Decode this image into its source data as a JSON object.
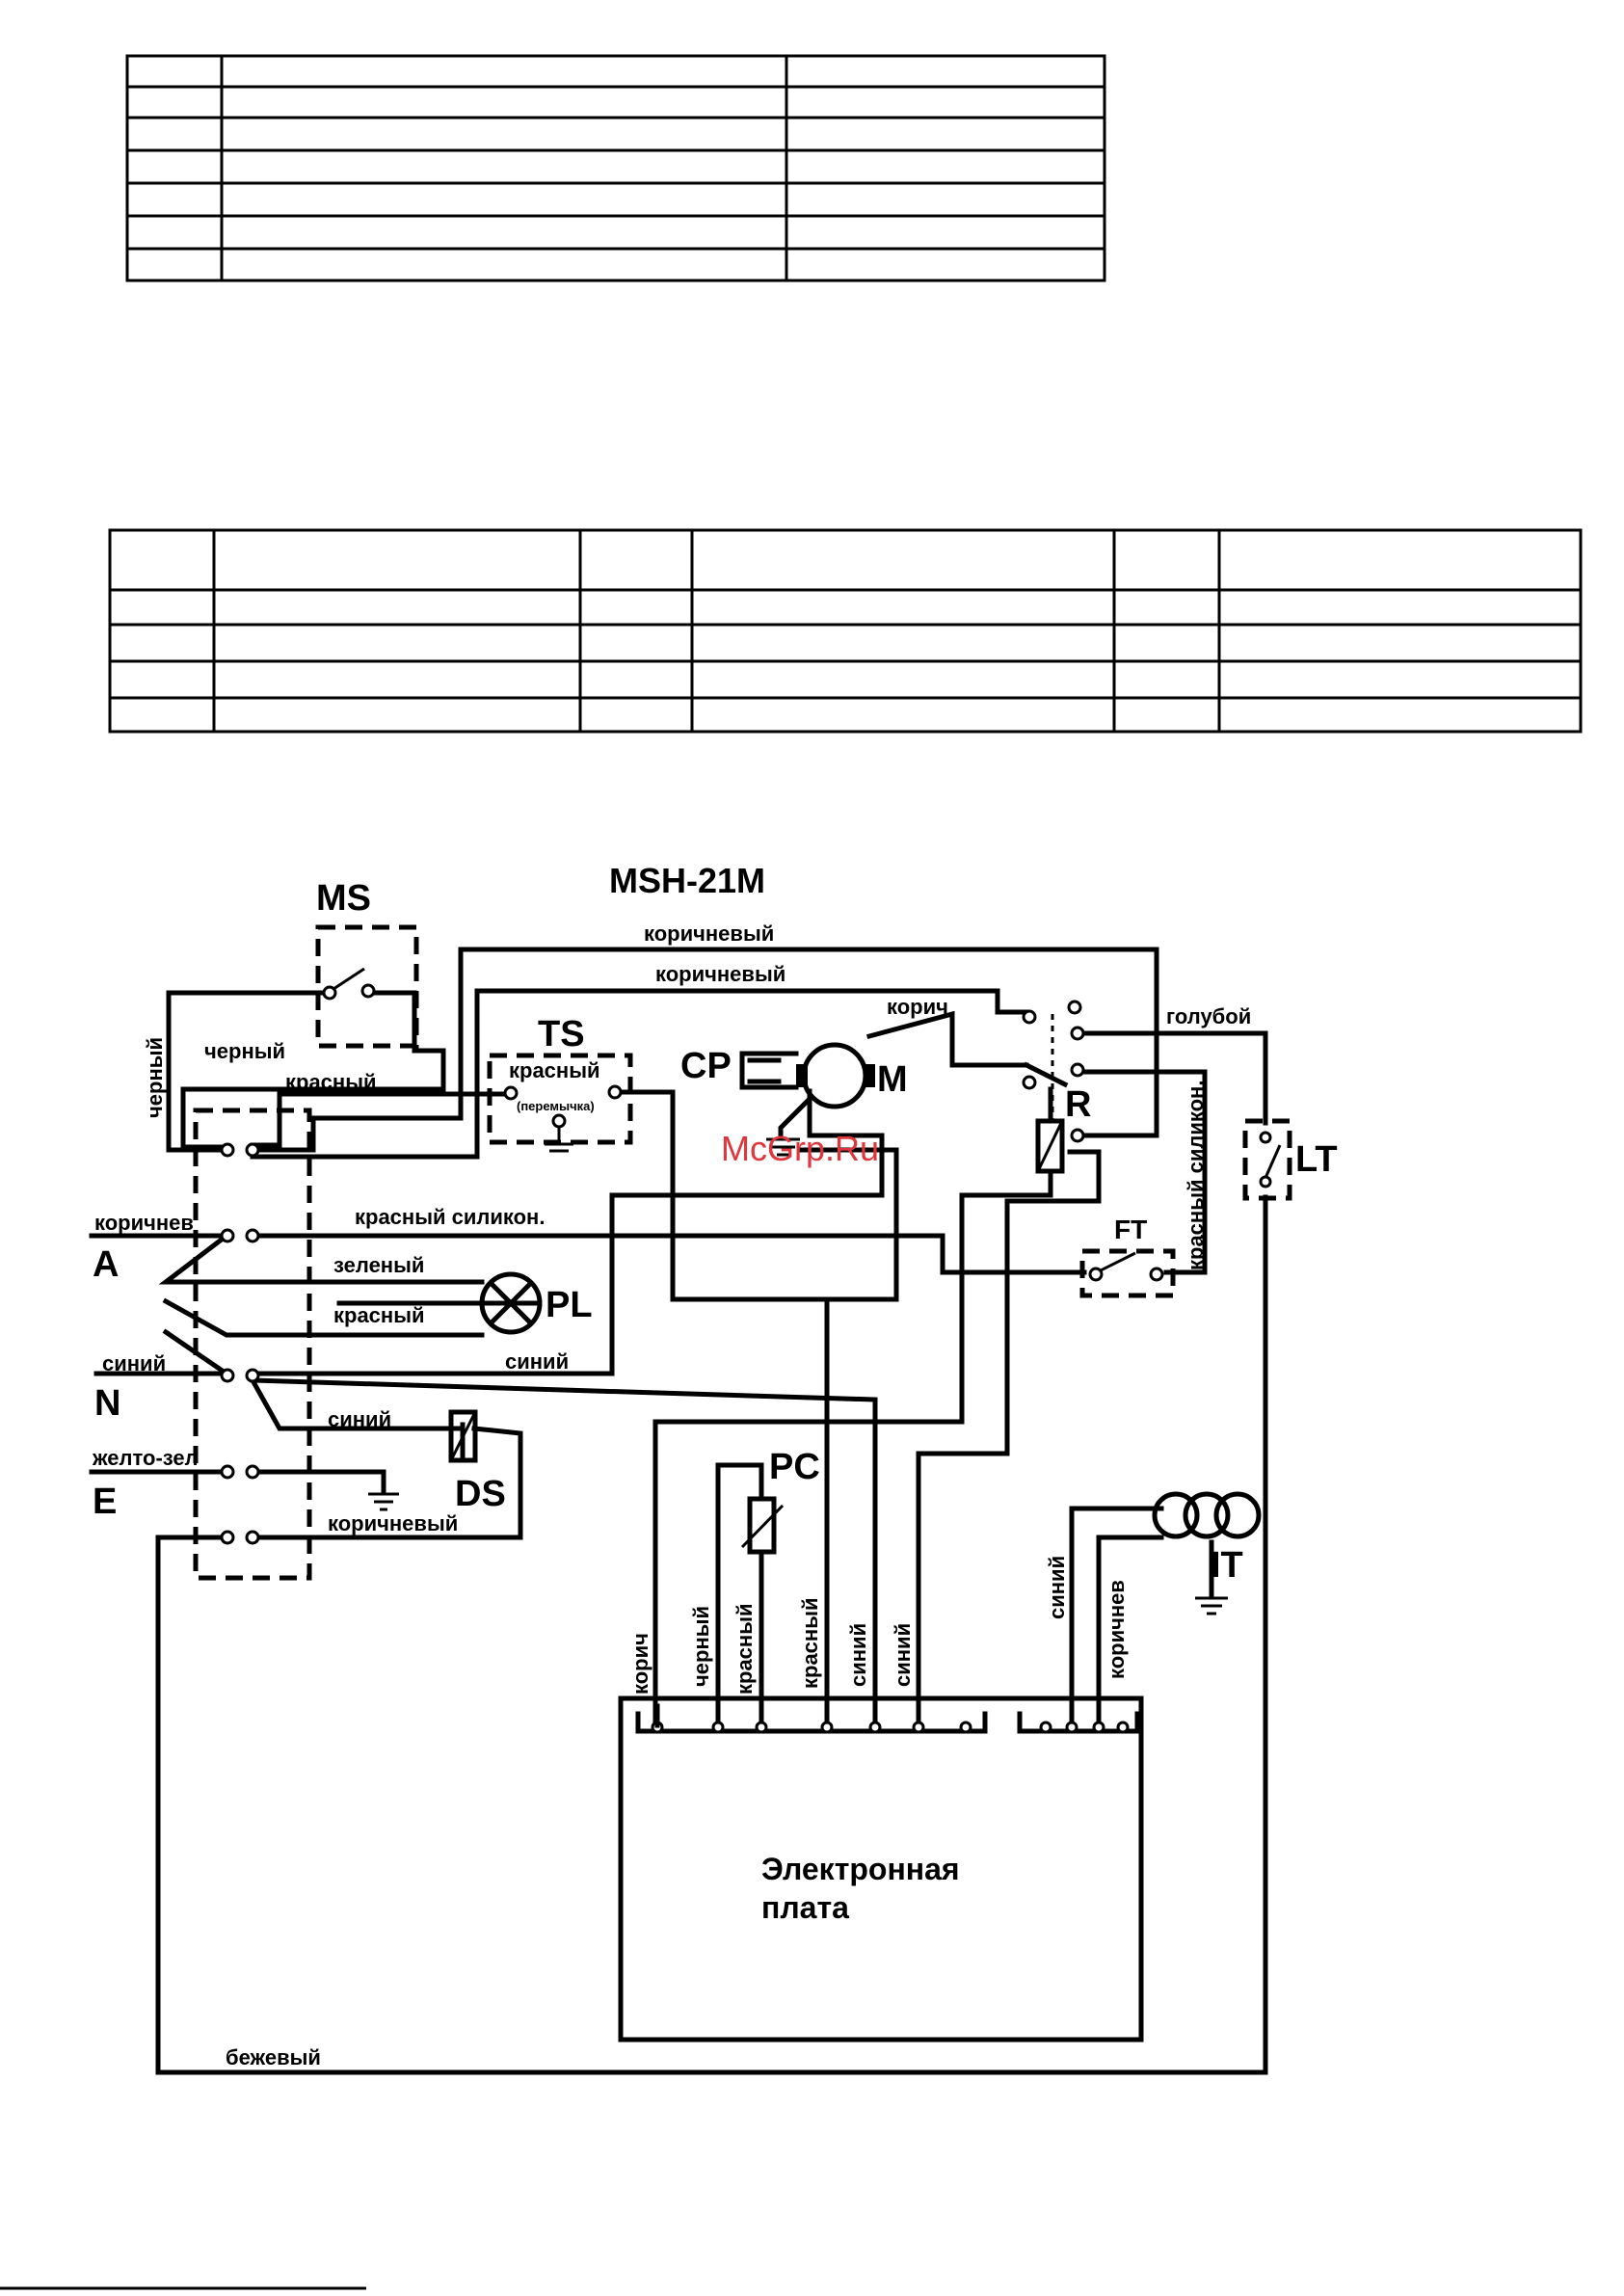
{
  "title": "MSH-21M",
  "watermark": "McGrp.Ru",
  "components": {
    "ms": "MS",
    "ts": "TS",
    "cp": "CP",
    "m": "M",
    "r": "R",
    "lt": "LT",
    "ft": "FT",
    "pl": "PL",
    "pc": "PC",
    "ds": "DS",
    "it": "IT",
    "a": "A",
    "n": "N",
    "e": "E"
  },
  "board": {
    "line1": "Электронная",
    "line2": "плата"
  },
  "wires": {
    "brown_top": "коричневый",
    "brown_mid": "коричневый",
    "brown_short": "корич",
    "blue_light": "голубой",
    "black_h": "черный",
    "black_v": "черный",
    "red_top": "красный",
    "ts_red": "красный",
    "ts_jumper": "(перемычка)",
    "red_silicon_v": "красный силикон.",
    "red_silicon_h": "красный силикон.",
    "brown_a": "коричнев",
    "green": "зеленый",
    "red_pl": "красный",
    "blue_n": "синий",
    "blue_mid": "синий",
    "blue_ds": "синий",
    "yellow_green": "желто-зел",
    "brown_bottom": "коричневый",
    "beige": "бежевый",
    "pcb_brown": "корич",
    "pcb_black": "черный",
    "pcb_red1": "красный",
    "pcb_red2": "красный",
    "pcb_blue1": "синий",
    "pcb_blue2": "синий",
    "it_blue": "синий",
    "it_brown": "коричнев"
  }
}
